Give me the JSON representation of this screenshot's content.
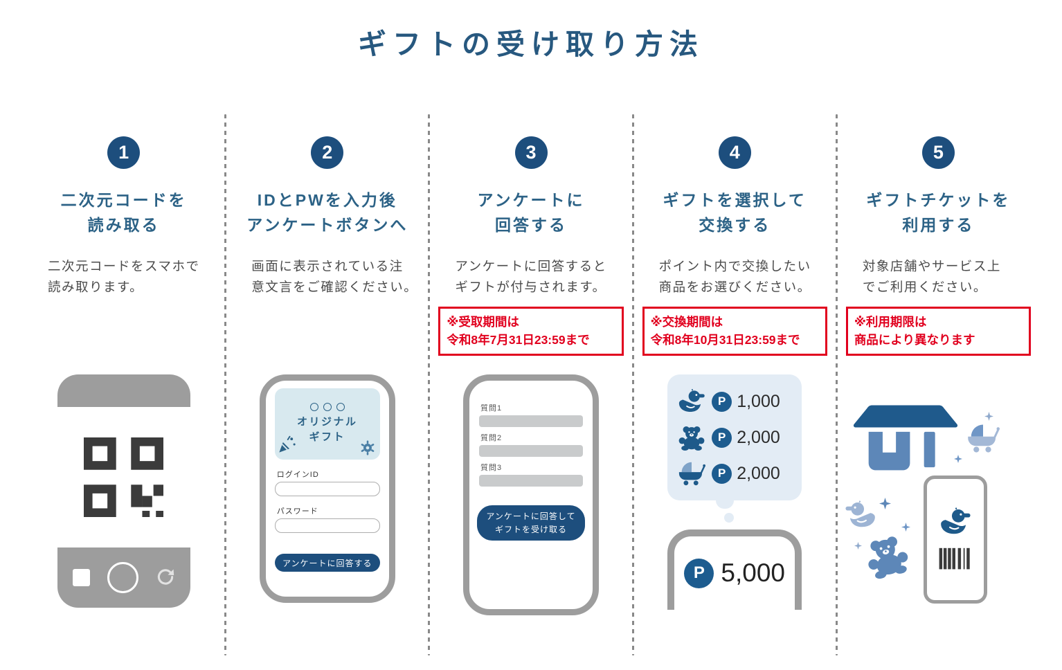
{
  "page": {
    "title": "ギフトの受け取り方法"
  },
  "colors": {
    "accent_blue": "#1d4e7d",
    "heading_blue": "#2c6286",
    "alert_red": "#e1001e",
    "phone_gray": "#9d9d9d",
    "hero_light_blue": "#d8e9ef",
    "bubble_light_blue": "#e3ecf5",
    "icon_dark_blue": "#1e5a8a",
    "icon_mid_blue": "#5d87b8",
    "icon_light_blue": "#9db4d4"
  },
  "point_symbol": "P",
  "steps": [
    {
      "number": "1",
      "title_lines": [
        "二次元コードを",
        "読み取る"
      ],
      "desc_lines": [
        "二次元コードをスマホで",
        "読み取ります。"
      ],
      "illustration": {
        "type": "camera-phone",
        "icons": [
          "qr-code-icon",
          "gallery-square-icon",
          "shutter-button-icon",
          "camera-switch-icon"
        ]
      }
    },
    {
      "number": "2",
      "title_lines": [
        "IDとPWを入力後",
        "アンケートボタンへ"
      ],
      "desc_lines": [
        "画面に表示されている注",
        "意文言をご確認ください。"
      ],
      "illustration": {
        "type": "login-phone",
        "app_name_lines": [
          "オリジナル",
          "ギフト"
        ],
        "login_id_label": "ログインID",
        "password_label": "パスワード",
        "button_label": "アンケートに回答する",
        "icons": [
          "party-popper-icon",
          "gear-icon"
        ]
      }
    },
    {
      "number": "3",
      "title_lines": [
        "アンケートに",
        "回答する"
      ],
      "desc_lines": [
        "アンケートに回答すると",
        "ギフトが付与されます。"
      ],
      "notice_lines": [
        "※受取期間は",
        "令和8年7月31日23:59まで"
      ],
      "illustration": {
        "type": "survey-phone",
        "question_labels": [
          "質問1",
          "質問2",
          "質問3"
        ],
        "button_lines": [
          "アンケートに回答して",
          "ギフトを受け取る"
        ]
      }
    },
    {
      "number": "4",
      "title_lines": [
        "ギフトを選択して",
        "交換する"
      ],
      "desc_lines": [
        "ポイント内で交換したい",
        "商品をお選びください。"
      ],
      "notice_lines": [
        "※交換期間は",
        "令和8年10月31日23:59まで"
      ],
      "illustration": {
        "type": "gift-selection",
        "gifts": [
          {
            "icon": "duck-icon",
            "points": "1,000"
          },
          {
            "icon": "teddy-bear-icon",
            "points": "2,000"
          },
          {
            "icon": "stroller-icon",
            "points": "2,000"
          }
        ],
        "balance_points": "5,000"
      }
    },
    {
      "number": "5",
      "title_lines": [
        "ギフトチケットを",
        "利用する"
      ],
      "desc_lines": [
        "対象店舗やサービス上",
        "でご利用ください。"
      ],
      "notice_lines": [
        "※利用期限は",
        "商品により異なります"
      ],
      "illustration": {
        "type": "store-usage",
        "icons": [
          "store-icon",
          "stroller-icon",
          "duck-icon",
          "teddy-bear-icon",
          "sparkle-icon",
          "phone-icon",
          "barcode-icon"
        ]
      }
    }
  ]
}
